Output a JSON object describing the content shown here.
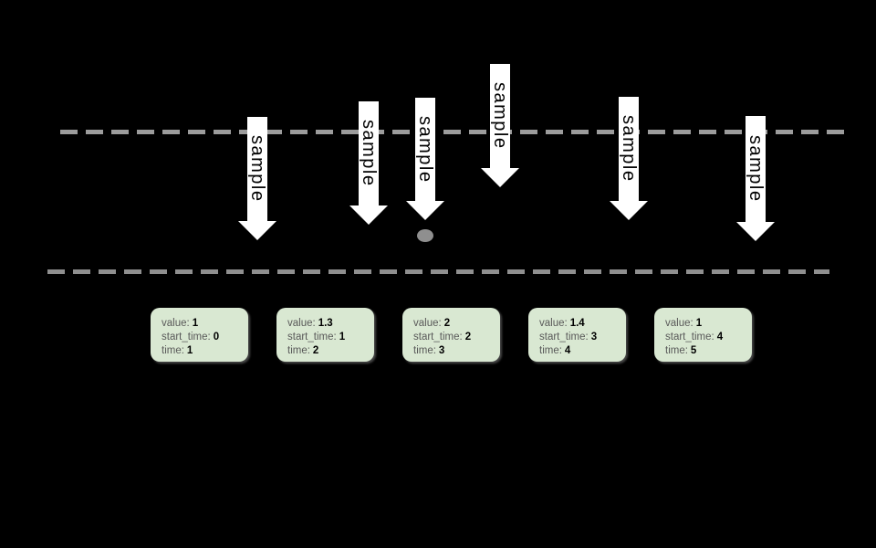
{
  "diagram": {
    "sample_label": "sample",
    "field_labels": {
      "value": "value:",
      "start_time": "start_time:",
      "time": "time:"
    },
    "boxes": [
      {
        "value": "1",
        "start_time": "0",
        "time": "1"
      },
      {
        "value": "1.3",
        "start_time": "1",
        "time": "2"
      },
      {
        "value": "2",
        "start_time": "2",
        "time": "3"
      },
      {
        "value": "1.4",
        "start_time": "3",
        "time": "4"
      },
      {
        "value": "1",
        "start_time": "4",
        "time": "5"
      }
    ],
    "colors": {
      "background": "#000000",
      "arrow_fill": "#ffffff",
      "arrow_text": "#000000",
      "upper_dashed_line": "#9c9c9c",
      "lower_dashed_line": "#8f8f8f",
      "sample_dot": "#8f8f8f",
      "card_fill": "#d9e8d2",
      "card_label_text": "#595959",
      "card_value_text": "#000000"
    }
  }
}
